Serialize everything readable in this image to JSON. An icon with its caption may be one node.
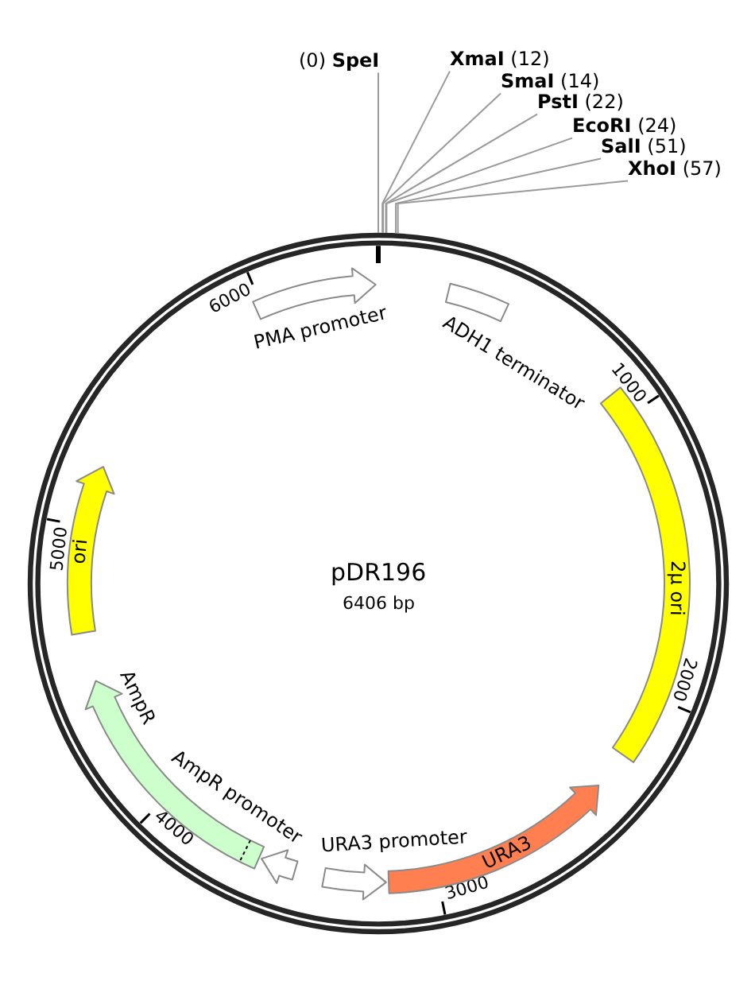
{
  "diagram": {
    "title": "pDR196",
    "nodes": [
      {
        "text": [
          "(0) **SpeI**"
        ]
      },
      {
        "text": [
          "**XmaI** (12)"
        ]
      },
      {
        "text": [
          "**SmaI** (14)"
        ]
      },
      {
        "text": [
          "**PstI** (22)"
        ]
      },
      {
        "text": [
          "**EcoRI** (24)"
        ]
      },
      {
        "text": [
          "**SalI** (51)"
        ]
      },
      {
        "text": [
          "**XhoI** (57)"
        ]
      },
      {
        "text": [
          "PMA promoter"
        ]
      },
      {
        "text": [
          "ADH1 terminator"
        ]
      },
      {
        "text": [
          "2µ ori"
        ]
      },
      {
        "text": [
          "ori"
        ]
      },
      {
        "text": [
          "AmpR"
        ]
      },
      {
        "text": [
          "AmpR promoter"
        ]
      },
      {
        "text": [
          "URA3 promoter"
        ]
      },
      {
        "text": [
          "URA3"
        ]
      }
    ],
    "edges": [
      {
        "from": 0,
        "to": null,
        "arrow": "none"
      },
      {
        "from": 1,
        "to": null,
        "arrow": "none"
      },
      {
        "from": 2,
        "to": null,
        "arrow": "none"
      },
      {
        "from": 3,
        "to": null,
        "arrow": "none"
      },
      {
        "from": 4,
        "to": null,
        "arrow": "none"
      },
      {
        "from": 5,
        "to": null,
        "arrow": "none"
      },
      {
        "from": 6,
        "to": null,
        "arrow": "none"
      }
    ],
    "labels": [
      "6000",
      "1000",
      "5000",
      "6406 bp",
      "2000",
      "4000",
      "3000"
    ]
  }
}
